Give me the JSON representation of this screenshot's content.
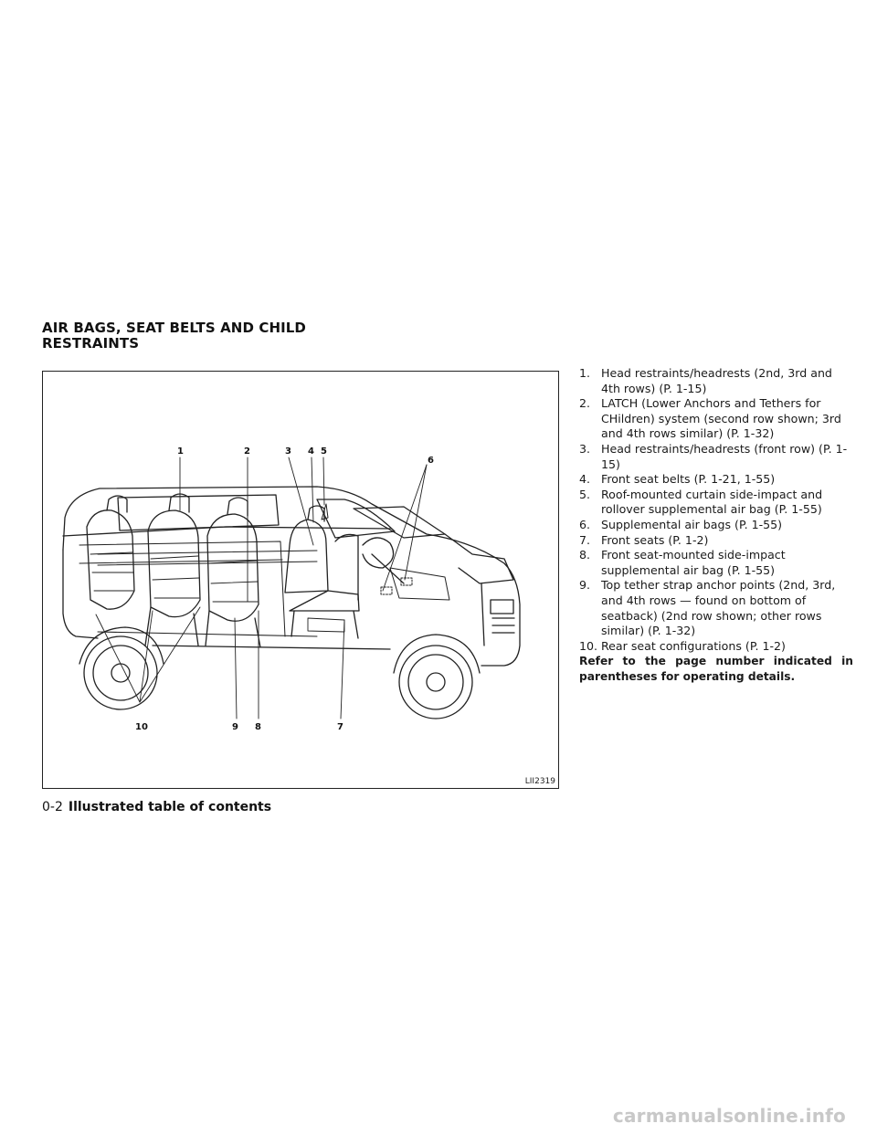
{
  "section": {
    "title_line1": "AIR BAGS, SEAT BELTS AND CHILD",
    "title_line2": "RESTRAINTS"
  },
  "figure": {
    "code": "LII2319",
    "callouts": [
      "1",
      "2",
      "3",
      "4",
      "5",
      "6",
      "7",
      "8",
      "9",
      "10"
    ]
  },
  "items": [
    {
      "num": "1.",
      "text": "Head restraints/headrests (2nd, 3rd and 4th rows) (P. 1-15)"
    },
    {
      "num": "2.",
      "text": "LATCH (Lower Anchors and Tethers for CHildren) system (second row shown; 3rd and 4th rows similar) (P. 1-32)"
    },
    {
      "num": "3.",
      "text": "Head restraints/headrests (front row) (P. 1-15)"
    },
    {
      "num": "4.",
      "text": "Front seat belts (P. 1-21, 1-55)"
    },
    {
      "num": "5.",
      "text": "Roof-mounted curtain side-impact and rollover supplemental air bag (P. 1-55)"
    },
    {
      "num": "6.",
      "text": "Supplemental air bags (P. 1-55)"
    },
    {
      "num": "7.",
      "text": "Front seats (P. 1-2)"
    },
    {
      "num": "8.",
      "text": "Front seat-mounted side-impact supplemental air bag (P. 1-55)"
    },
    {
      "num": "9.",
      "text": "Top tether strap anchor points (2nd, 3rd, and 4th rows — found on bottom of seatback) (2nd row shown; other rows similar) (P. 1-32)"
    },
    {
      "num": "10.",
      "text": "Rear seat configurations (P. 1-2)"
    }
  ],
  "note": "Refer to the page number indicated in parentheses for operating details.",
  "footer": {
    "page": "0-2",
    "title": "Illustrated table of contents"
  },
  "watermark": "carmanualsonline.info"
}
